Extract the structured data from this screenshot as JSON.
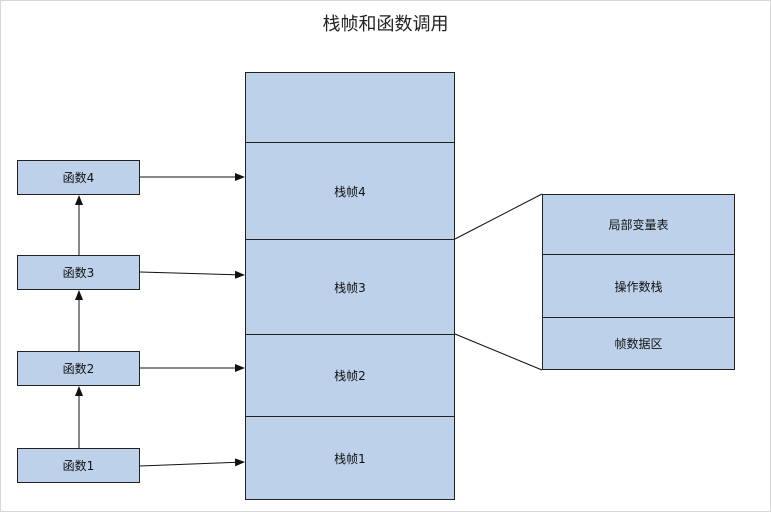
{
  "title": "栈帧和函数调用",
  "functions": [
    "函数4",
    "函数3",
    "函数2",
    "函数1"
  ],
  "stack_frames": [
    "栈帧4",
    "栈帧3",
    "栈帧2",
    "栈帧1"
  ],
  "frame_detail": [
    "局部变量表",
    "操作数栈",
    "帧数据区"
  ],
  "colors": {
    "box_fill": "#bed1ea",
    "stroke": "#222222"
  }
}
